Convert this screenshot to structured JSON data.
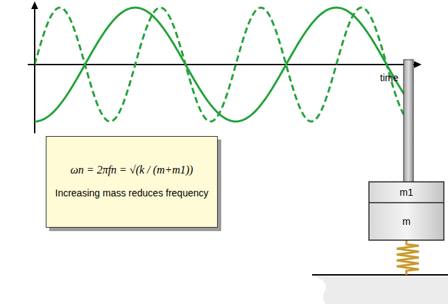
{
  "diagram": {
    "nodes": [
      {
        "text": [
          "ωn = 2πfn = √(k / (m+m1))",
          "Increasing mass reduces frequency"
        ]
      },
      {
        "text": [
          "m1"
        ]
      },
      {
        "text": [
          "m"
        ]
      }
    ],
    "labels": [
      "time"
    ]
  }
}
